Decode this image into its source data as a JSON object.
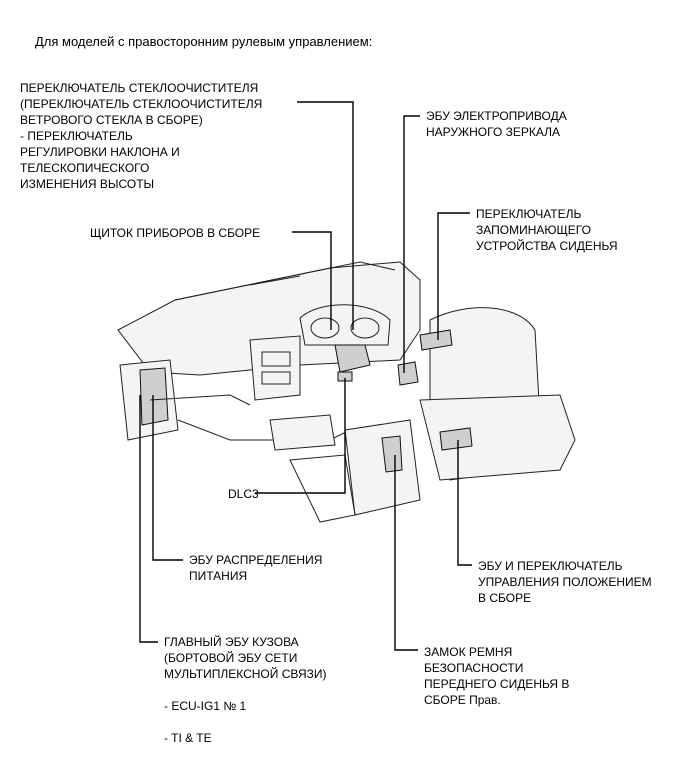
{
  "heading": "Для моделей с правосторонним рулевым управлением:",
  "labels": {
    "wiper_switch": [
      "ПЕРЕКЛЮЧАТЕЛЬ СТЕКЛООЧИСТИТЕЛЯ",
      "(ПЕРЕКЛЮЧАТЕЛЬ СТЕКЛООЧИСТИТЕЛЯ",
      "ВЕТРОВОГО СТЕКЛА В СБОРЕ)",
      "- ПЕРЕКЛЮЧАТЕЛЬ",
      "РЕГУЛИРОВКИ НАКЛОНА И",
      "ТЕЛЕСКОПИЧЕСКОГО",
      "ИЗМЕНЕНИЯ ВЫСОТЫ"
    ],
    "mirror_ecu": [
      "ЭБУ ЭЛЕКТРОПРИВОДА",
      "НАРУЖНОГО ЗЕРКАЛА"
    ],
    "seat_memory_switch": [
      "ПЕРЕКЛЮЧАТЕЛЬ",
      "ЗАПОМИНАЮЩЕГО",
      "УСТРОЙСТВА СИДЕНЬЯ"
    ],
    "combination_meter": [
      "ЩИТОК ПРИБОРОВ В СБОРЕ"
    ],
    "dlc3": [
      "DLC3"
    ],
    "power_distribution_ecu": [
      "ЭБУ РАСПРЕДЕЛЕНИЯ",
      "ПИТАНИЯ"
    ],
    "position_control_ecu": [
      "ЭБУ И ПЕРЕКЛЮЧАТЕЛЬ",
      "УПРАВЛЕНИЯ ПОЛОЖЕНИЕМ",
      "В СБОРЕ"
    ],
    "main_body_ecu": [
      "ГЛАВНЫЙ ЭБУ КУЗОВА",
      "(БОРТОВОЙ ЭБУ СЕТИ",
      "МУЛЬТИПЛЕКСНОЙ СВЯЗИ)",
      "",
      "- ECU-IG1 № 1",
      "",
      "- TI & TE"
    ],
    "seat_belt_buckle": [
      "ЗАМОК РЕМНЯ",
      "БЕЗОПАСНОСТИ",
      "ПЕРЕДНЕГО СИДЕНЬЯ В",
      "СБОРЕ  Прав."
    ]
  }
}
